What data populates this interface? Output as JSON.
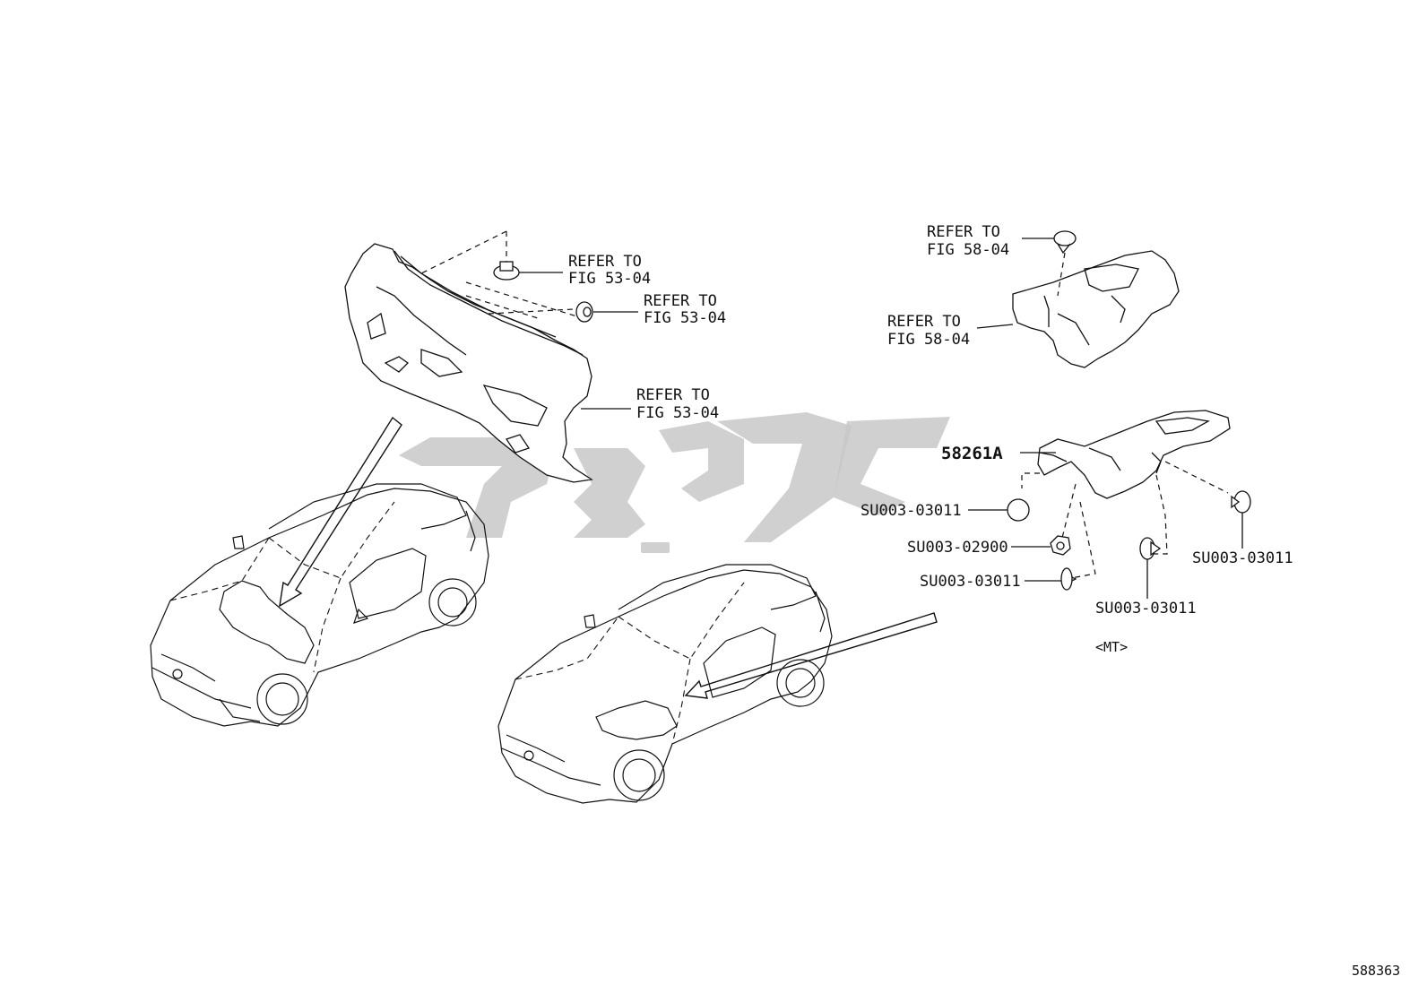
{
  "diagram_id": "588363",
  "callouts": {
    "dash_insulator_top": [
      "REFER TO",
      "FIG 53-04"
    ],
    "dash_insulator_mid": [
      "REFER TO",
      "FIG 53-04"
    ],
    "dash_insulator_bottom": [
      "REFER TO",
      "FIG 53-04"
    ],
    "tunnel_top": [
      "REFER TO",
      "FIG 58-04"
    ],
    "tunnel_side": [
      "REFER TO",
      "FIG 58-04"
    ]
  },
  "parts": {
    "main_part": "58261A",
    "clip_left": "SU003-03011",
    "nut": "SU003-02900",
    "clip_lower": "SU003-03011",
    "clip_bottom_right": "SU003-03011",
    "clip_right": "SU003-03011"
  },
  "variant_note": "<MT>",
  "colors": {
    "line": "#111111",
    "watermark": "#c8c8c8",
    "background": "#ffffff"
  }
}
